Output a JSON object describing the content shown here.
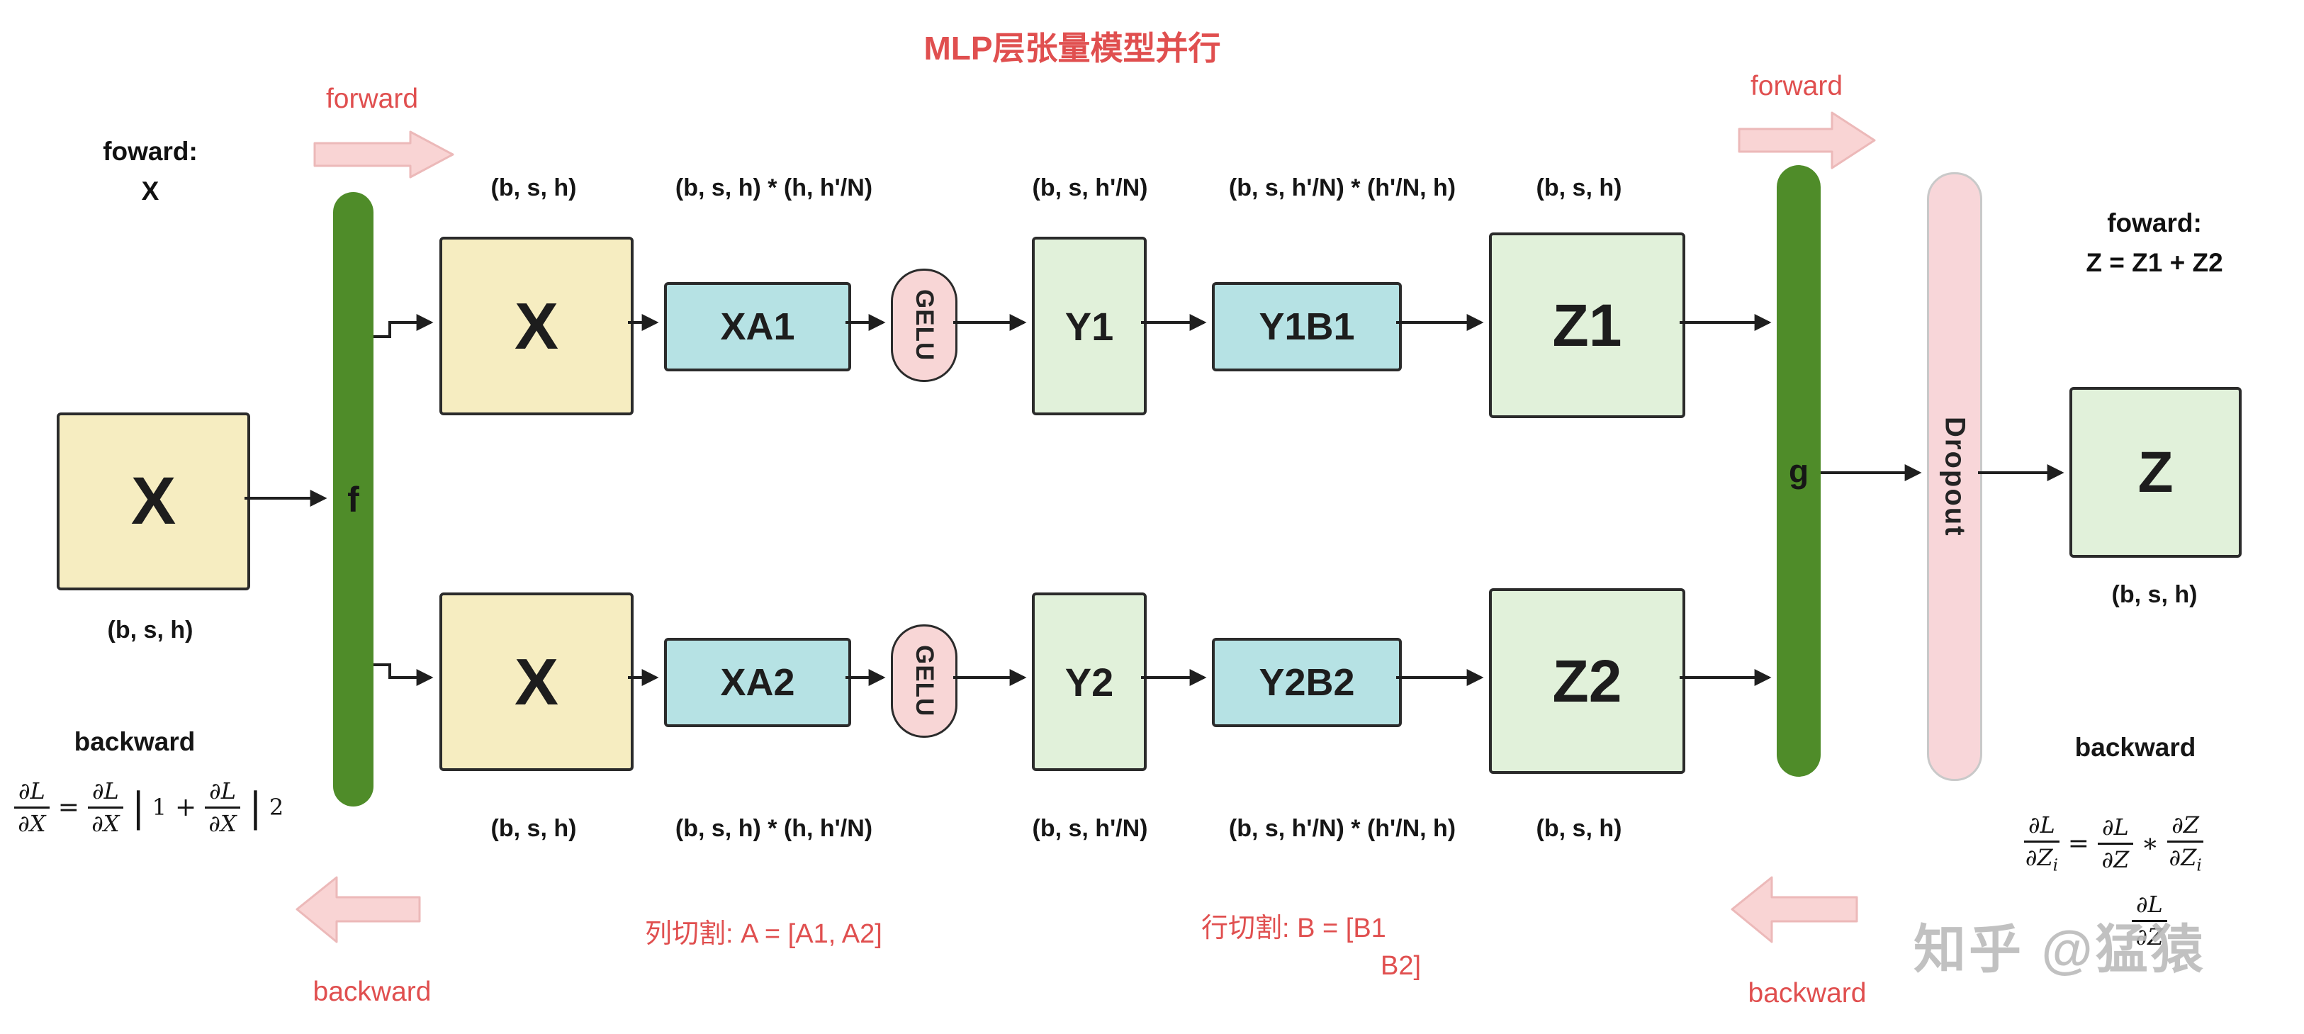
{
  "title": "MLP层张量模型并行",
  "labels": {
    "forward": "forward",
    "backward": "backward"
  },
  "left": {
    "caption_line1": "foward:",
    "caption_line2": "X",
    "x": "X",
    "shape": "(b, s, h)"
  },
  "right": {
    "caption_line1": "foward:",
    "caption_line2": "Z = Z1 + Z2",
    "z": "Z",
    "shape": "(b, s, h)"
  },
  "pipeline": {
    "f": "f",
    "g": "g",
    "dropout": "Dropout",
    "top": {
      "x": "X",
      "x_shape": "(b, s, h)",
      "xa": "XA1",
      "xa_shape": "(b, s, h) * (h, h'/N)",
      "gelu": "GELU",
      "y": "Y1",
      "y_shape": "(b, s,  h'/N)",
      "yb": "Y1B1",
      "yb_shape": "(b, s, h'/N) * (h'/N, h)",
      "z": "Z1",
      "z_shape": "(b, s, h)"
    },
    "bottom": {
      "x": "X",
      "x_shape": "(b, s, h)",
      "xa": "XA2",
      "xa_shape": "(b, s, h) * (h, h'/N)",
      "gelu": "GELU",
      "y": "Y2",
      "y_shape": "(b, s,  h'/N)",
      "yb": "Y2B2",
      "yb_shape": "(b, s, h'/N) * (h'/N, h)",
      "z": "Z2",
      "z_shape": "(b, s, h)"
    }
  },
  "annotations": {
    "column_split": "列切割:   A = [A1, A2]",
    "row_split_line1": "行切割:   B = [B1",
    "row_split_line2": "B2]"
  },
  "watermark": "知乎 @猛猿",
  "math": {
    "dL": "∂L",
    "dX": "∂X",
    "dZ": "∂Z",
    "i": "i",
    "eq": "=",
    "plus": "+",
    "times": "∗",
    "pipe": "|",
    "one": "1",
    "two": "2"
  },
  "colors": {
    "accent_red": "#e04f4f",
    "bar_green": "#4f8c29",
    "box_yellow": "#f6edc1",
    "box_cyan": "#b6e2e4",
    "box_light_green": "#e1f1da",
    "pink": "#f8d6d6",
    "watermark_gray": "#bababa"
  }
}
